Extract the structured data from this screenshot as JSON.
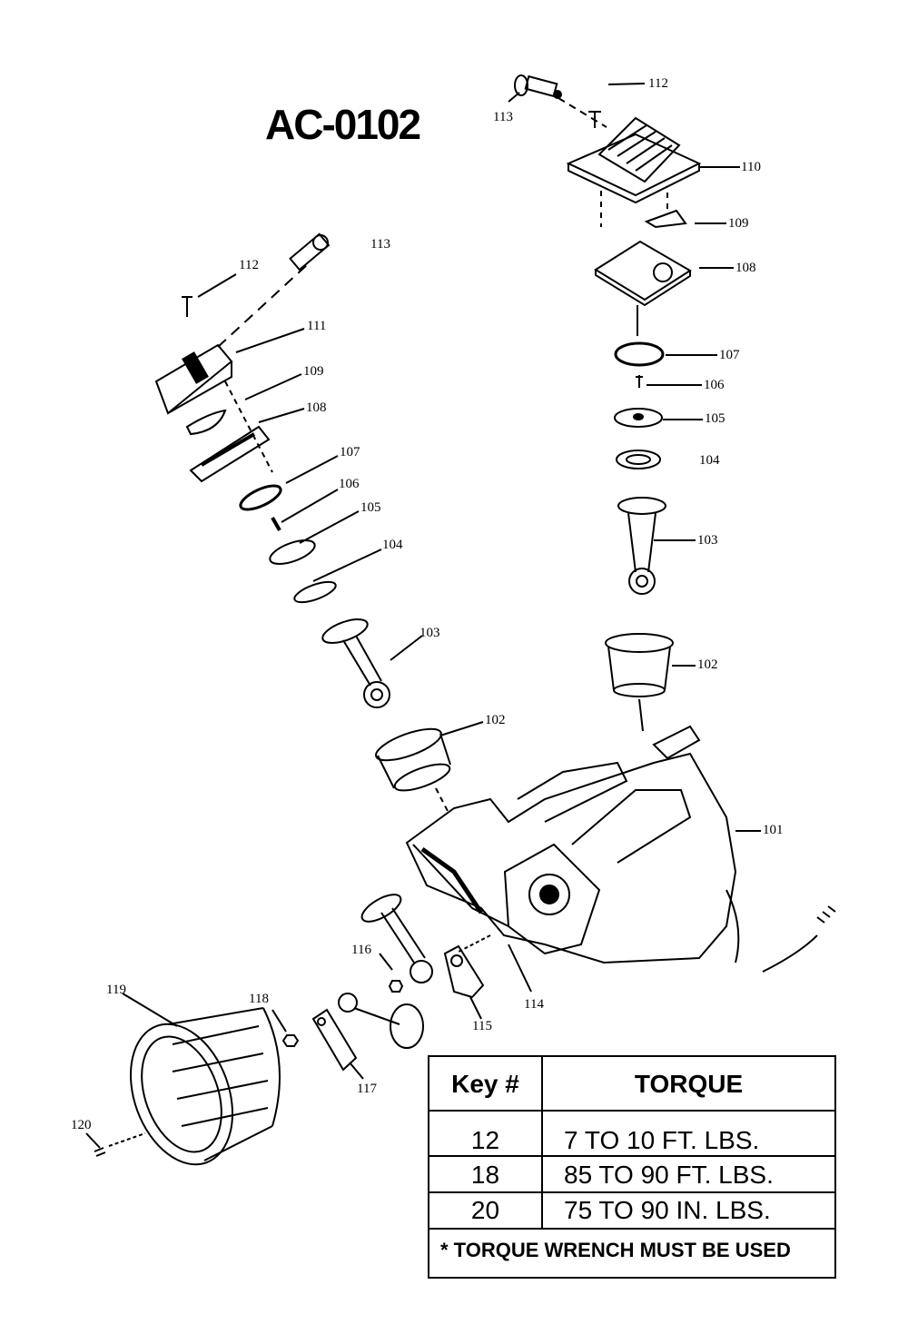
{
  "diagram": {
    "title": "AC-0102",
    "callouts": {
      "r112": "112",
      "r113": "113",
      "r110": "110",
      "r109": "109",
      "r108": "108",
      "r107": "107",
      "r106": "106",
      "r105": "105",
      "r104": "104",
      "r103": "103",
      "r102": "102",
      "r101": "101",
      "l113": "113",
      "l112": "112",
      "l111": "111",
      "l109": "109",
      "l108": "108",
      "l107": "107",
      "l106": "106",
      "l105": "105",
      "l104": "104",
      "l103": "103",
      "l102": "102",
      "b114": "114",
      "b115": "115",
      "b116": "116",
      "b117": "117",
      "b118": "118",
      "b119": "119",
      "b120": "120"
    }
  },
  "torque_table": {
    "headers": {
      "key": "Key #",
      "torque": "TORQUE"
    },
    "rows": [
      {
        "key": "12",
        "torque": "7 TO 10 FT. LBS."
      },
      {
        "key": "18",
        "torque": "85 TO 90 FT. LBS."
      },
      {
        "key": "20",
        "torque": "75 TO 90 IN. LBS."
      }
    ],
    "note": "* TORQUE WRENCH MUST BE USED"
  }
}
